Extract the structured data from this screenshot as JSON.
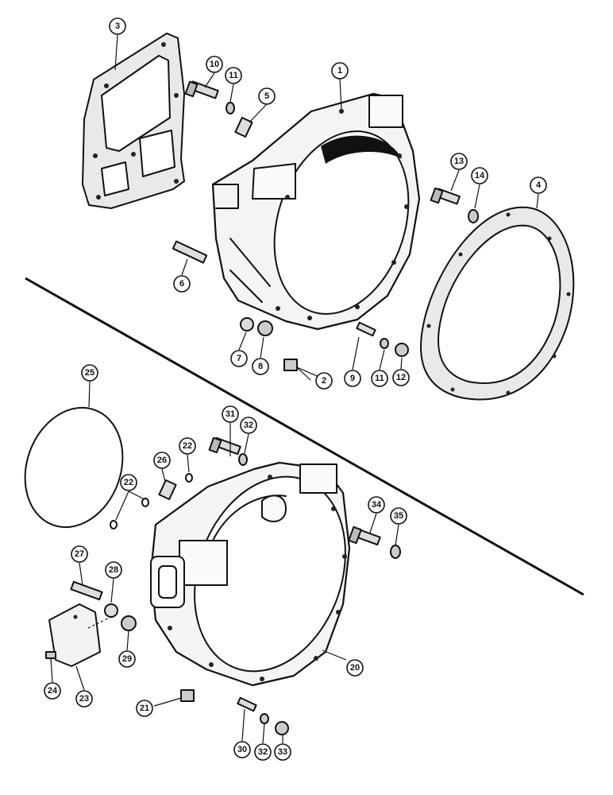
{
  "colors": {
    "ink": "#111111",
    "paper": "#ffffff",
    "gasket_fill": "#e9e9e9"
  },
  "callouts": [
    {
      "id": "c1",
      "label": "1"
    },
    {
      "id": "c2",
      "label": "2"
    },
    {
      "id": "c3",
      "label": "3"
    },
    {
      "id": "c4",
      "label": "4"
    },
    {
      "id": "c5",
      "label": "5"
    },
    {
      "id": "c6",
      "label": "6"
    },
    {
      "id": "c7",
      "label": "7"
    },
    {
      "id": "c8",
      "label": "8"
    },
    {
      "id": "c9",
      "label": "9"
    },
    {
      "id": "c10",
      "label": "10"
    },
    {
      "id": "c11a",
      "label": "11"
    },
    {
      "id": "c11b",
      "label": "11"
    },
    {
      "id": "c12",
      "label": "12"
    },
    {
      "id": "c13",
      "label": "13"
    },
    {
      "id": "c14",
      "label": "14"
    },
    {
      "id": "c20",
      "label": "20"
    },
    {
      "id": "c21",
      "label": "21"
    },
    {
      "id": "c22a",
      "label": "22"
    },
    {
      "id": "c22b",
      "label": "22"
    },
    {
      "id": "c23",
      "label": "23"
    },
    {
      "id": "c24",
      "label": "24"
    },
    {
      "id": "c25",
      "label": "25"
    },
    {
      "id": "c26",
      "label": "26"
    },
    {
      "id": "c27",
      "label": "27"
    },
    {
      "id": "c28",
      "label": "28"
    },
    {
      "id": "c29",
      "label": "29"
    },
    {
      "id": "c30",
      "label": "30"
    },
    {
      "id": "c31",
      "label": "31"
    },
    {
      "id": "c32a",
      "label": "32"
    },
    {
      "id": "c32b",
      "label": "32"
    },
    {
      "id": "c33",
      "label": "33"
    },
    {
      "id": "c34",
      "label": "34"
    },
    {
      "id": "c35",
      "label": "35"
    }
  ]
}
